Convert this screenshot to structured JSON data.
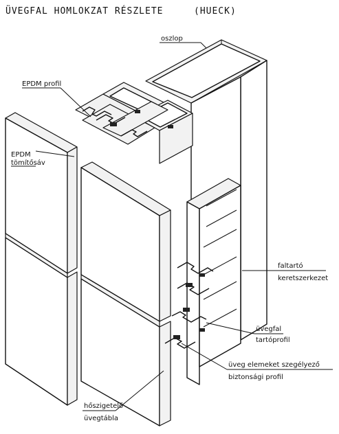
{
  "title": "ÜVEGFAL HOMLOKZAT RÉSZLETE",
  "title_note": "(HUECK)",
  "labels": {
    "column": "oszlop",
    "epdm_profile": "EPDM profil",
    "epdm_seal_1": "EPDM",
    "epdm_seal_2": "tömítősáv",
    "wall_frame_1": "faltartó",
    "wall_frame_2": "keretszerkezet",
    "glass_holder_1": "üvegfal",
    "glass_holder_2": "tartóprofil",
    "safety_profile_1": "üveg elemeket szegélyező",
    "safety_profile_2": "biztonsági profil",
    "insulating_glass_1": "hőszigetelő",
    "insulating_glass_2": "üvegtábla"
  }
}
